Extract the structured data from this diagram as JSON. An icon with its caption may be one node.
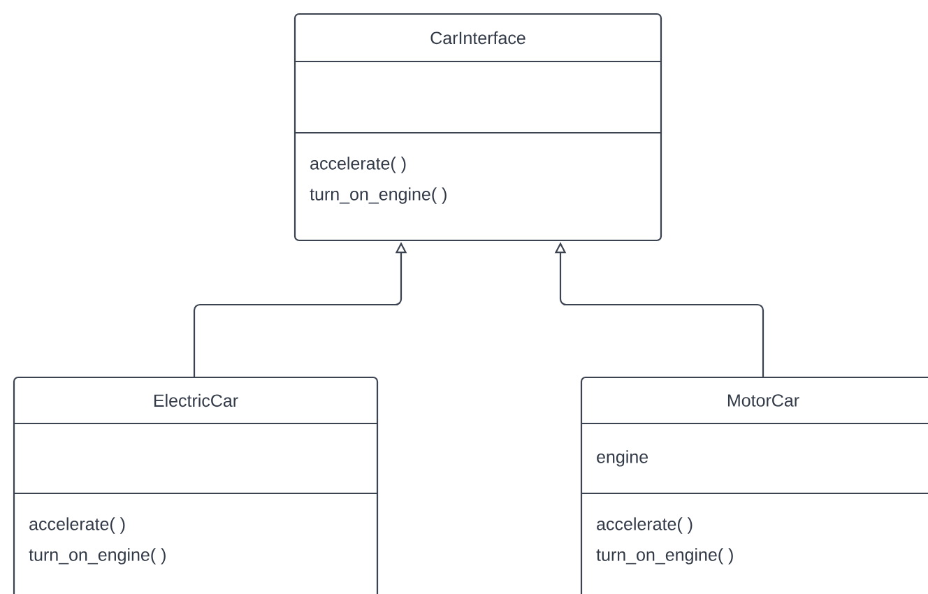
{
  "diagram": {
    "nodes": [
      {
        "text": [
          "CarInterface",
          "accelerate( )",
          "turn_on_engine( )"
        ]
      },
      {
        "text": [
          "ElectricCar",
          "accelerate( )",
          "turn_on_engine( )"
        ]
      },
      {
        "text": [
          "MotorCar",
          "engine",
          "accelerate( )",
          "turn_on_engine( )"
        ]
      }
    ],
    "edges": [
      {
        "from": 1,
        "to": 0,
        "arrow": "to"
      },
      {
        "from": 2,
        "to": 0,
        "arrow": "to"
      }
    ]
  }
}
